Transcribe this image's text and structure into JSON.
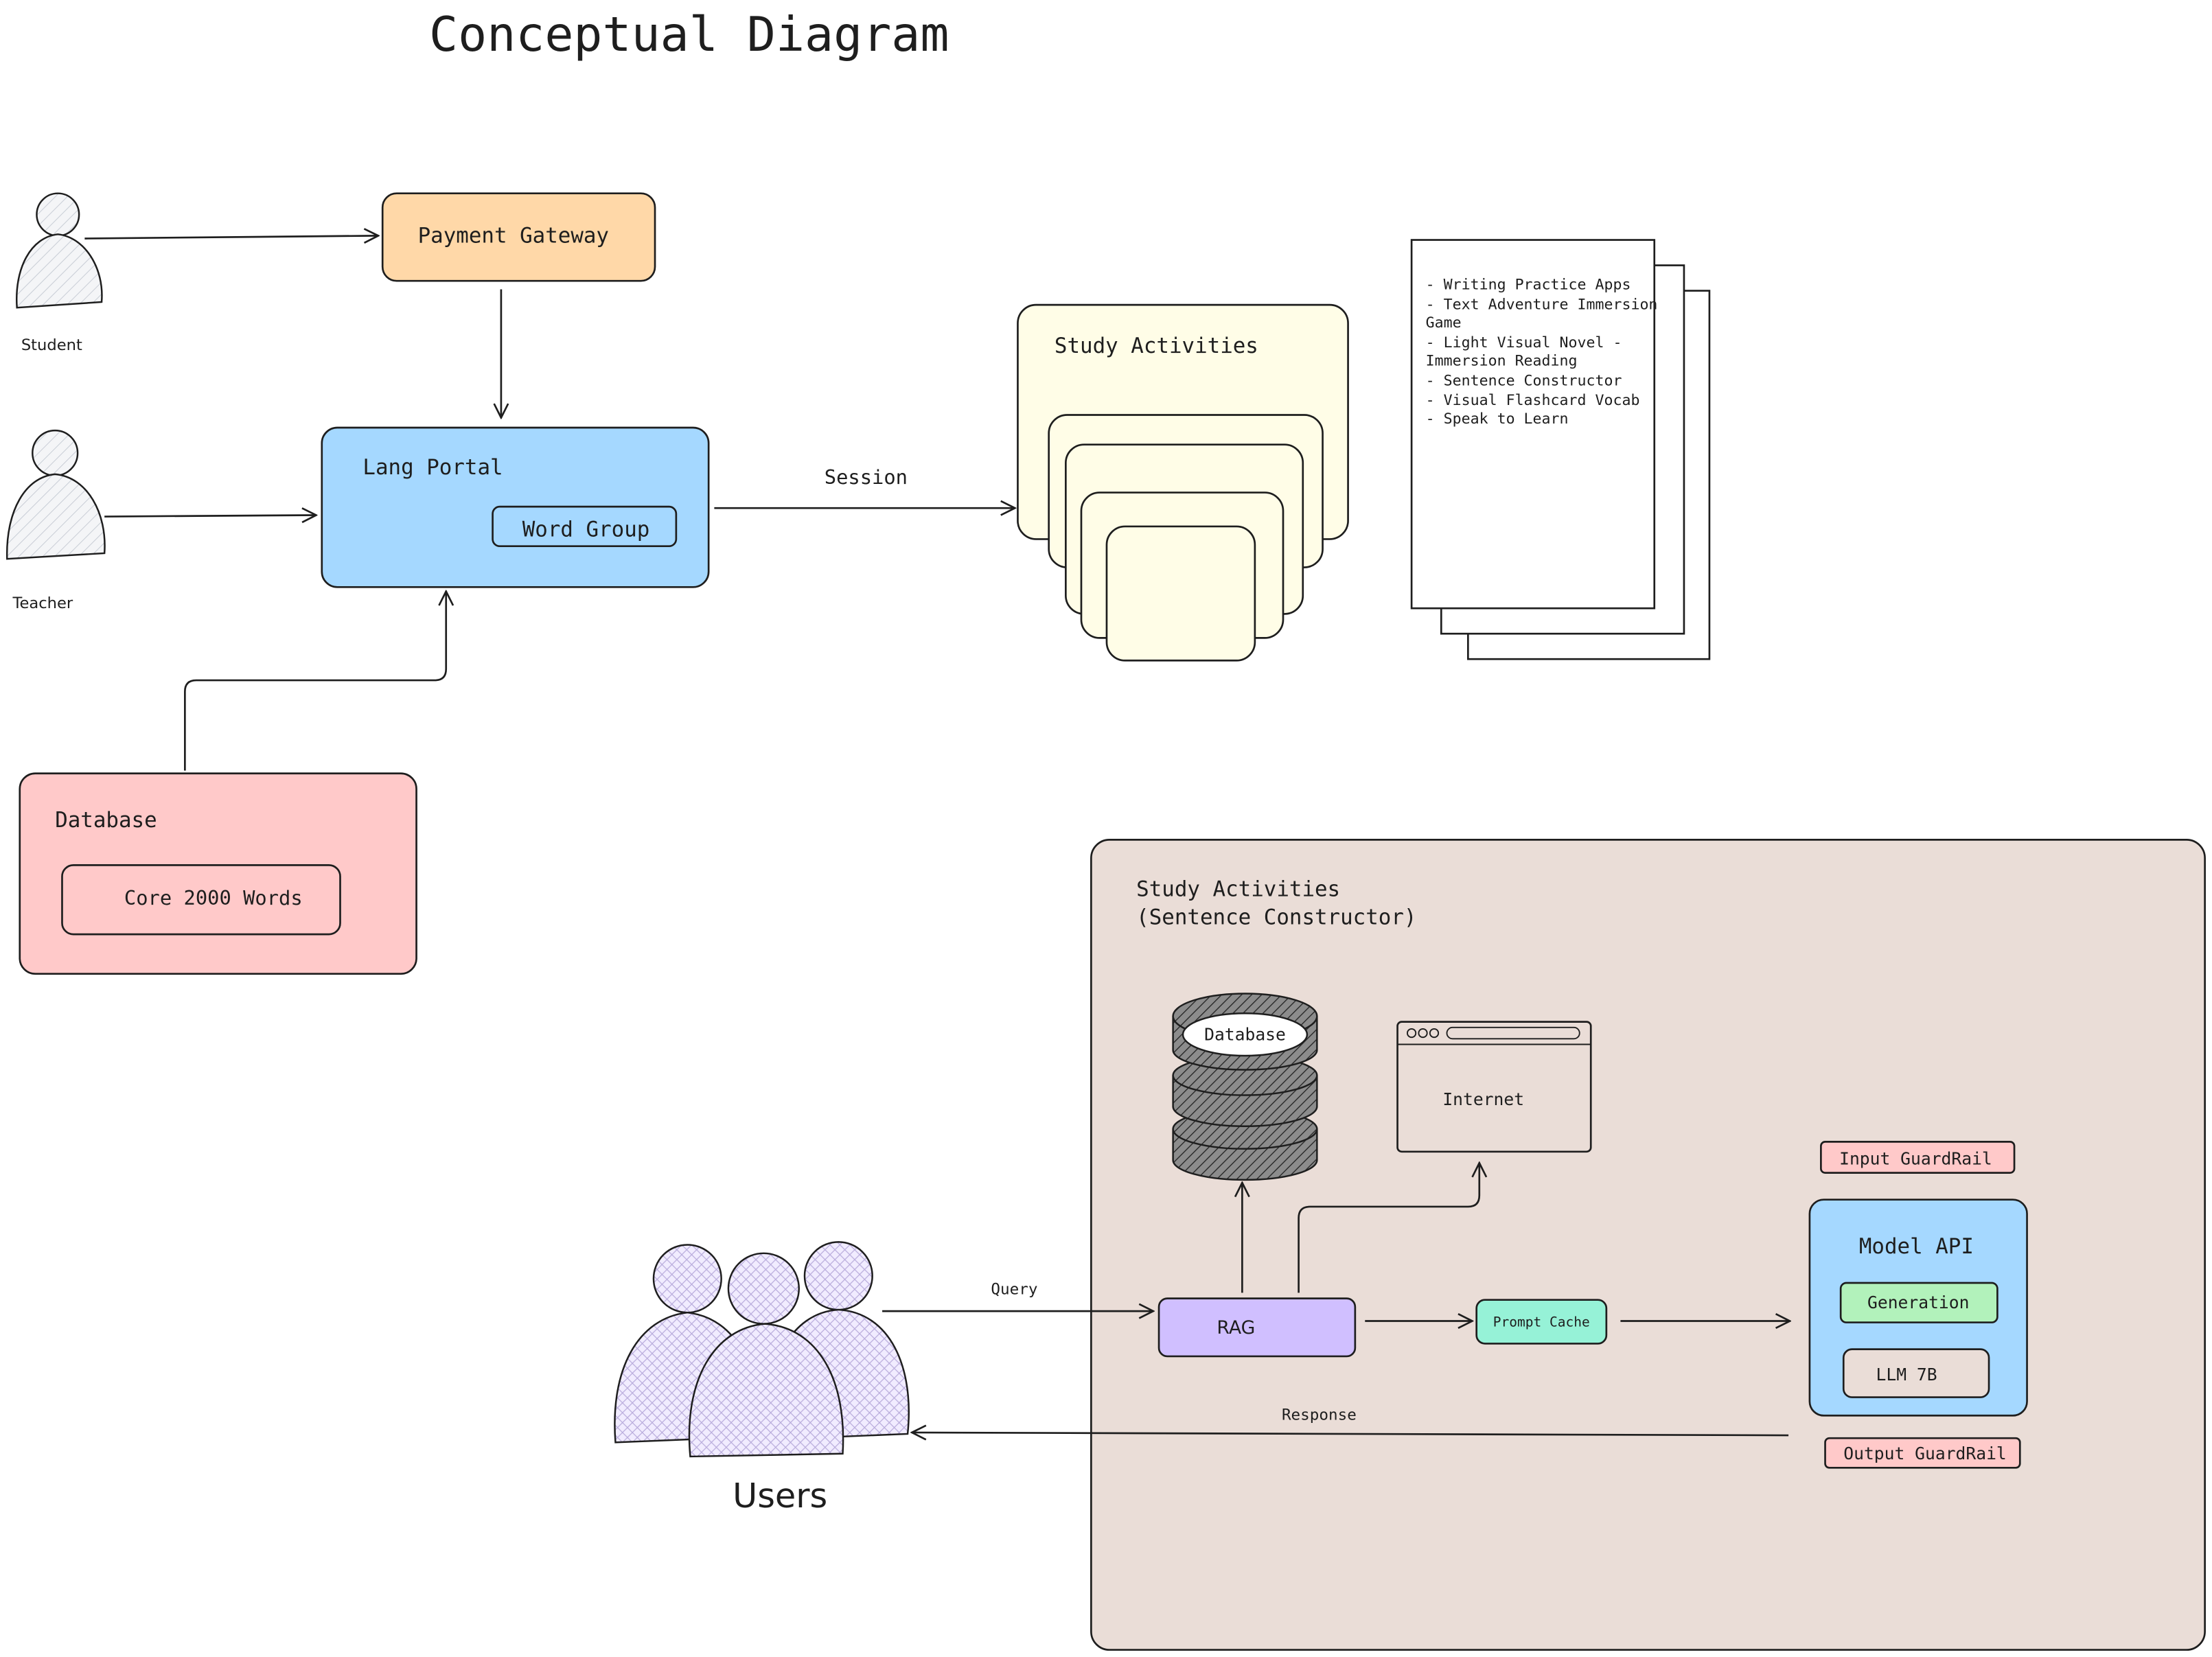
{
  "title": "Conceptual Diagram",
  "actors": {
    "student": "Student",
    "teacher": "Teacher",
    "users": "Users"
  },
  "payment_gateway": "Payment Gateway",
  "lang_portal": {
    "label": "Lang Portal",
    "word_group": "Word Group"
  },
  "database": {
    "label": "Database",
    "core_words": "Core 2000 Words"
  },
  "session_label": "Session",
  "study_activities": "Study Activities",
  "activities_list": [
    "- Writing Practice Apps",
    "- Text Adventure Immersion",
    "Game",
    "- Light Visual Novel -",
    "Immersion Reading",
    "- Sentence Constructor",
    "- Visual Flashcard Vocab",
    "- Speak to Learn"
  ],
  "sentence_constructor": {
    "title_line1": "Study Activities",
    "title_line2": "(Sentence Constructor)",
    "database": "Database",
    "internet": "Internet",
    "rag": "RAG",
    "prompt_cache": "Prompt Cache",
    "input_guardrail": "Input GuardRail",
    "model_api": "Model API",
    "generation": "Generation",
    "llm": "LLM 7B",
    "output_guardrail": "Output GuardRail",
    "query": "Query",
    "response": "Response"
  },
  "colors": {
    "payment_gateway": "#ffd8a8",
    "lang_portal": "#a5d8ff",
    "database": "#ffc9c9",
    "study_activities": "#fffde7",
    "panel": "#eaddd7",
    "rag": "#d0bfff",
    "prompt_cache": "#96f2d7",
    "generation": "#b2f2bb",
    "guardrail": "#ffc9c9",
    "users": "#e5dbff"
  }
}
